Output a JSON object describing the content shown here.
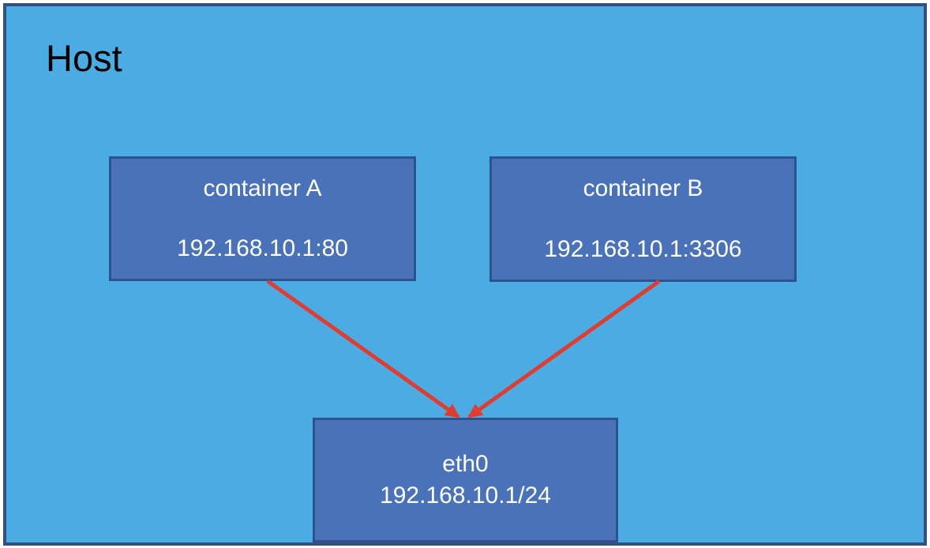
{
  "diagram": {
    "host_label": "Host",
    "nodes": [
      {
        "id": "container-a",
        "title": "container A",
        "address": "192.168.10.1:80"
      },
      {
        "id": "container-b",
        "title": "container B",
        "address": "192.168.10.1:3306"
      },
      {
        "id": "eth0",
        "title": "eth0",
        "address": "192.168.10.1/24"
      }
    ],
    "edges": [
      {
        "from": "container A",
        "to": "eth0"
      },
      {
        "from": "container B",
        "to": "eth0"
      }
    ],
    "colors": {
      "background": "#4AACE3",
      "node_fill": "#4A72B9",
      "node_border": "#2F528F",
      "host_border": "#35507E",
      "arrow": "#E03C30",
      "node_text": "#FFFFFF",
      "host_text": "#000000"
    }
  }
}
